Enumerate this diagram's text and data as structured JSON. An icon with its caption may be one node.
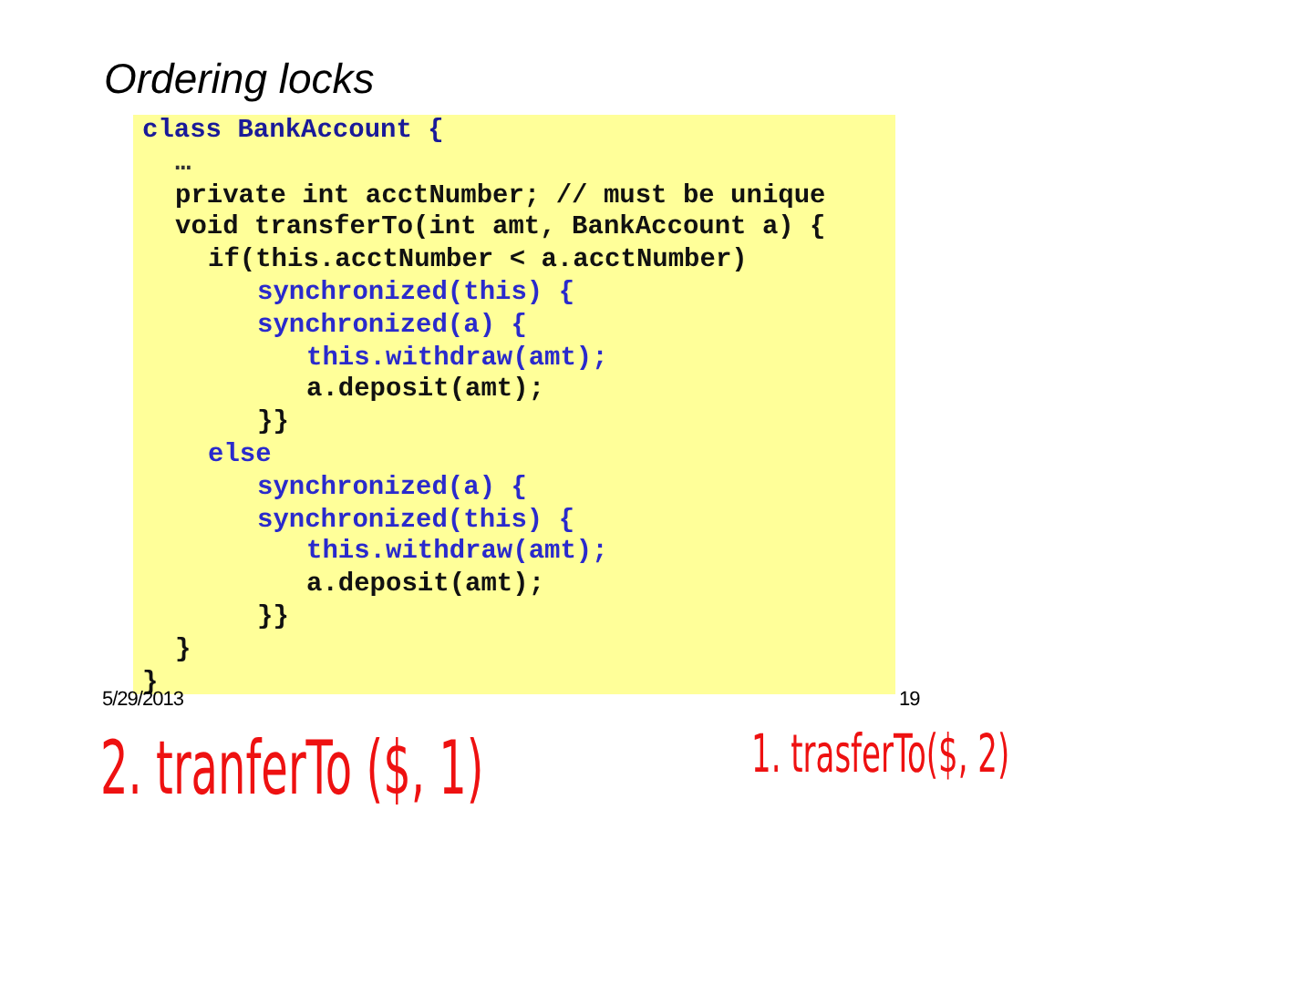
{
  "diagram": {
    "title": "Ordering locks",
    "labels": [
      "class BankAccount {",
      "…",
      "private int acctNumber; // must be unique",
      "void transferTo(int amt, BankAccount a) {",
      "if(this.acctNumber < a.acctNumber)",
      "synchronized(this) {",
      "synchronized(a) {",
      "this.withdraw(amt);",
      "a.deposit(amt);",
      "}}",
      "else",
      "synchronized(a) {",
      "synchronized(this) {",
      "this.withdraw(amt);",
      "a.deposit(amt);",
      "}}",
      "}",
      "}",
      "5/29/2013",
      "19",
      "2. tranferTo ($, 1)",
      "1. trasferTo($, 2)"
    ]
  }
}
